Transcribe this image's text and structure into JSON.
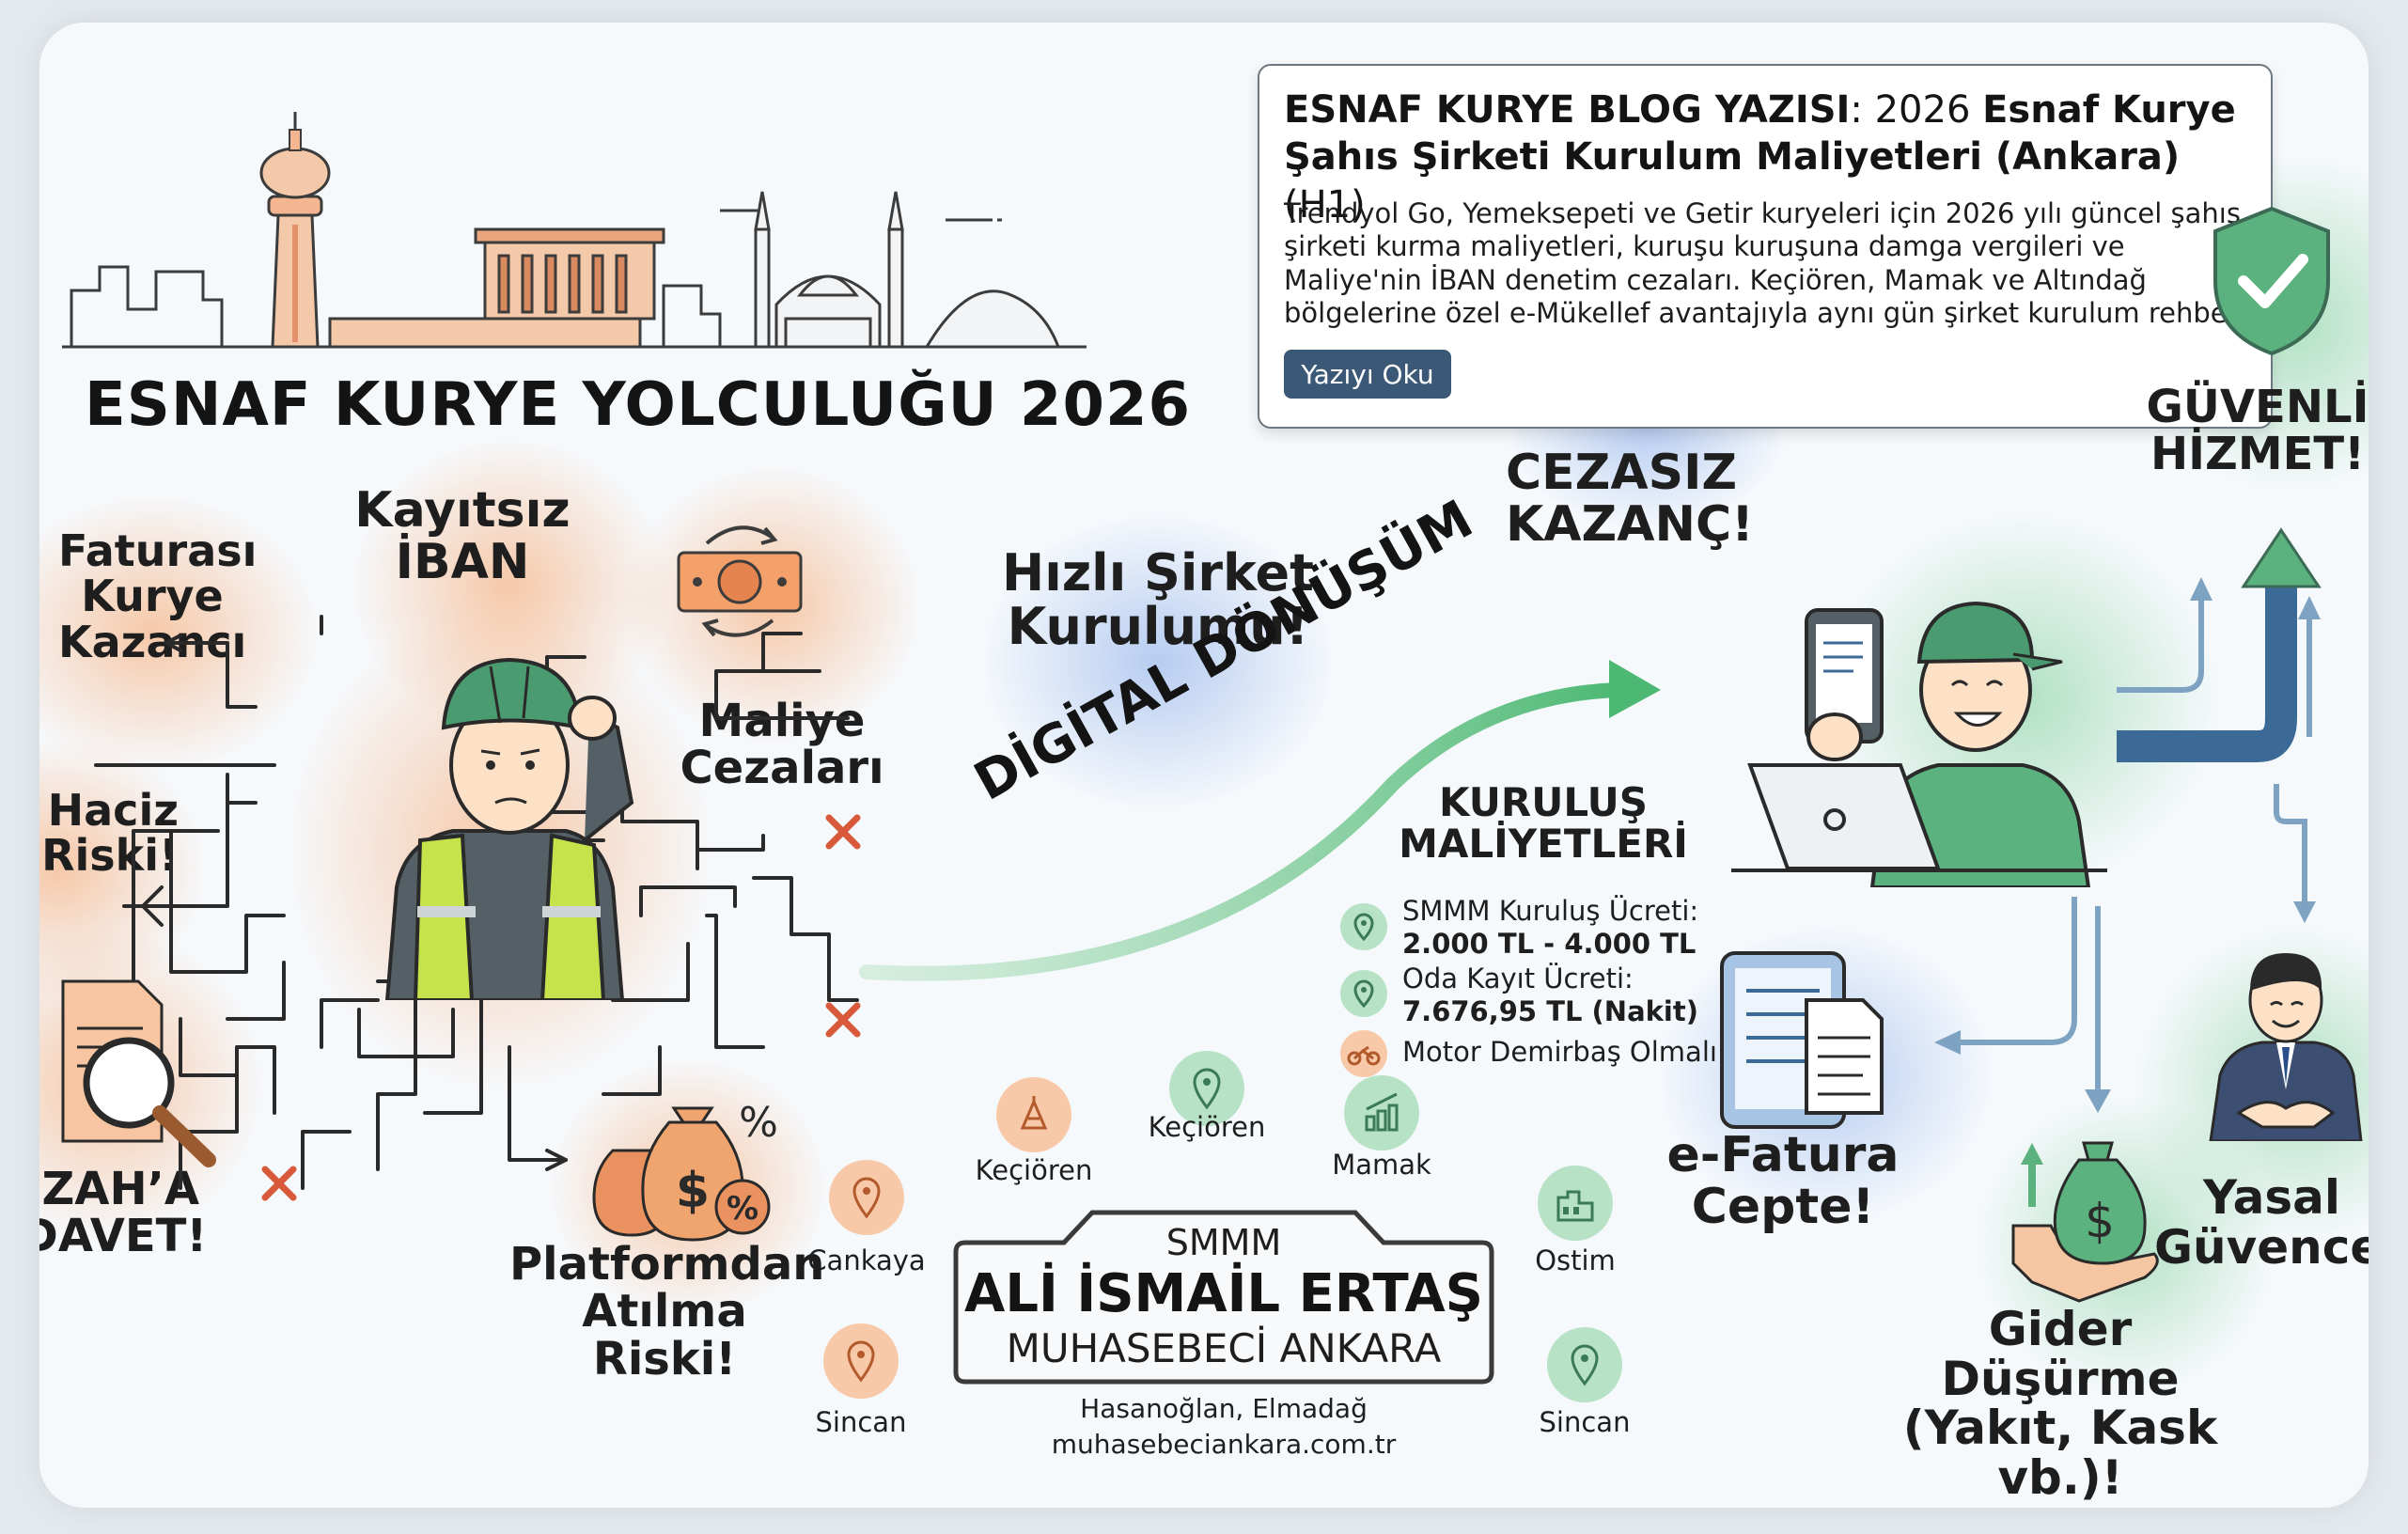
{
  "main_title": "ESNAF KURYE YOLCULUĞU 2026",
  "blog": {
    "title_bold_1": "ESNAF KURYE BLOG YAZISI",
    "title_normal_1": ": 2026 ",
    "title_bold_2": "Esnaf Kurye Şahıs Şirketi Kurulum Maliyetleri (Ankara)",
    "title_normal_2": " (H1)",
    "description": "Trendyol Go, Yemeksepeti ve Getir kuryeleri için 2026 yılı güncel şahıs şirketi kurma maliyetleri, kuruşu kuruşuna damga vergileri ve Maliye'nin İBAN denetim cezaları. Keçiören, Mamak ve Altındağ bölgelerine özel e-Mükellef avantajıyla aynı gün şirket kurulum rehberi.",
    "button_label": "Yazıyı Oku"
  },
  "problems": {
    "faturasi": [
      "Faturası",
      "Kurye",
      "Kazancı"
    ],
    "kayitsiz": [
      "Kayıtsız",
      "İBAN"
    ],
    "maliye": [
      "Maliye",
      "Cezaları"
    ],
    "haciz": [
      "Haciz",
      "Riski!"
    ],
    "izah": [
      "İZAH’A",
      "DAVET!"
    ],
    "platform": [
      "Platformdan",
      "Atılma Riski!"
    ]
  },
  "transition": {
    "hizli": [
      "Hızlı Şirket",
      "Kurulumu!"
    ],
    "digital": "DİGİTAL DÖNÜŞÜM"
  },
  "benefits": {
    "cezasiz": [
      "CEZASIZ",
      "KAZANÇ!"
    ],
    "guvenli": [
      "GÜVENLİ",
      "HİZMET!"
    ],
    "efatura": [
      "e-Fatura",
      "Cepte!"
    ],
    "yasal": [
      "Yasal",
      "Güvence!"
    ],
    "gider": [
      "Gider",
      "Düşürme",
      "(Yakıt, Kask vb.)!"
    ]
  },
  "costs": {
    "title": [
      "KURULUŞ",
      "MALİYETLERİ"
    ],
    "smmm_label": "SMMM Kuruluş Ücreti:",
    "smmm_value": "2.000 TL - 4.000 TL",
    "oda_label": "Oda Kayıt Ücreti:",
    "oda_value": "7.676,95 TL (Nakit)",
    "motor": "Motor Demirbaş Olmalı!"
  },
  "locations": {
    "kecioren_a": "Keçiören",
    "kecioren_b": "Keçiören",
    "mamak": "Mamak",
    "cankaya": "Çankaya",
    "ostim": "Ostim",
    "sincan_a": "Sincan",
    "sincan_b": "Sincan"
  },
  "smmm": {
    "label": "SMMM",
    "name": "ALİ İSMAİL ERTAŞ",
    "subtitle": "MUHASEBECİ ANKARA",
    "area": "Hasanoğlan, Elmadağ",
    "website": "muhasebeciankara.com.tr"
  },
  "colors": {
    "accent_orange": "#f4a06a",
    "accent_green": "#5cbf7d",
    "accent_blue": "#3b5876",
    "arrow_blue": "#5a7fa3"
  }
}
